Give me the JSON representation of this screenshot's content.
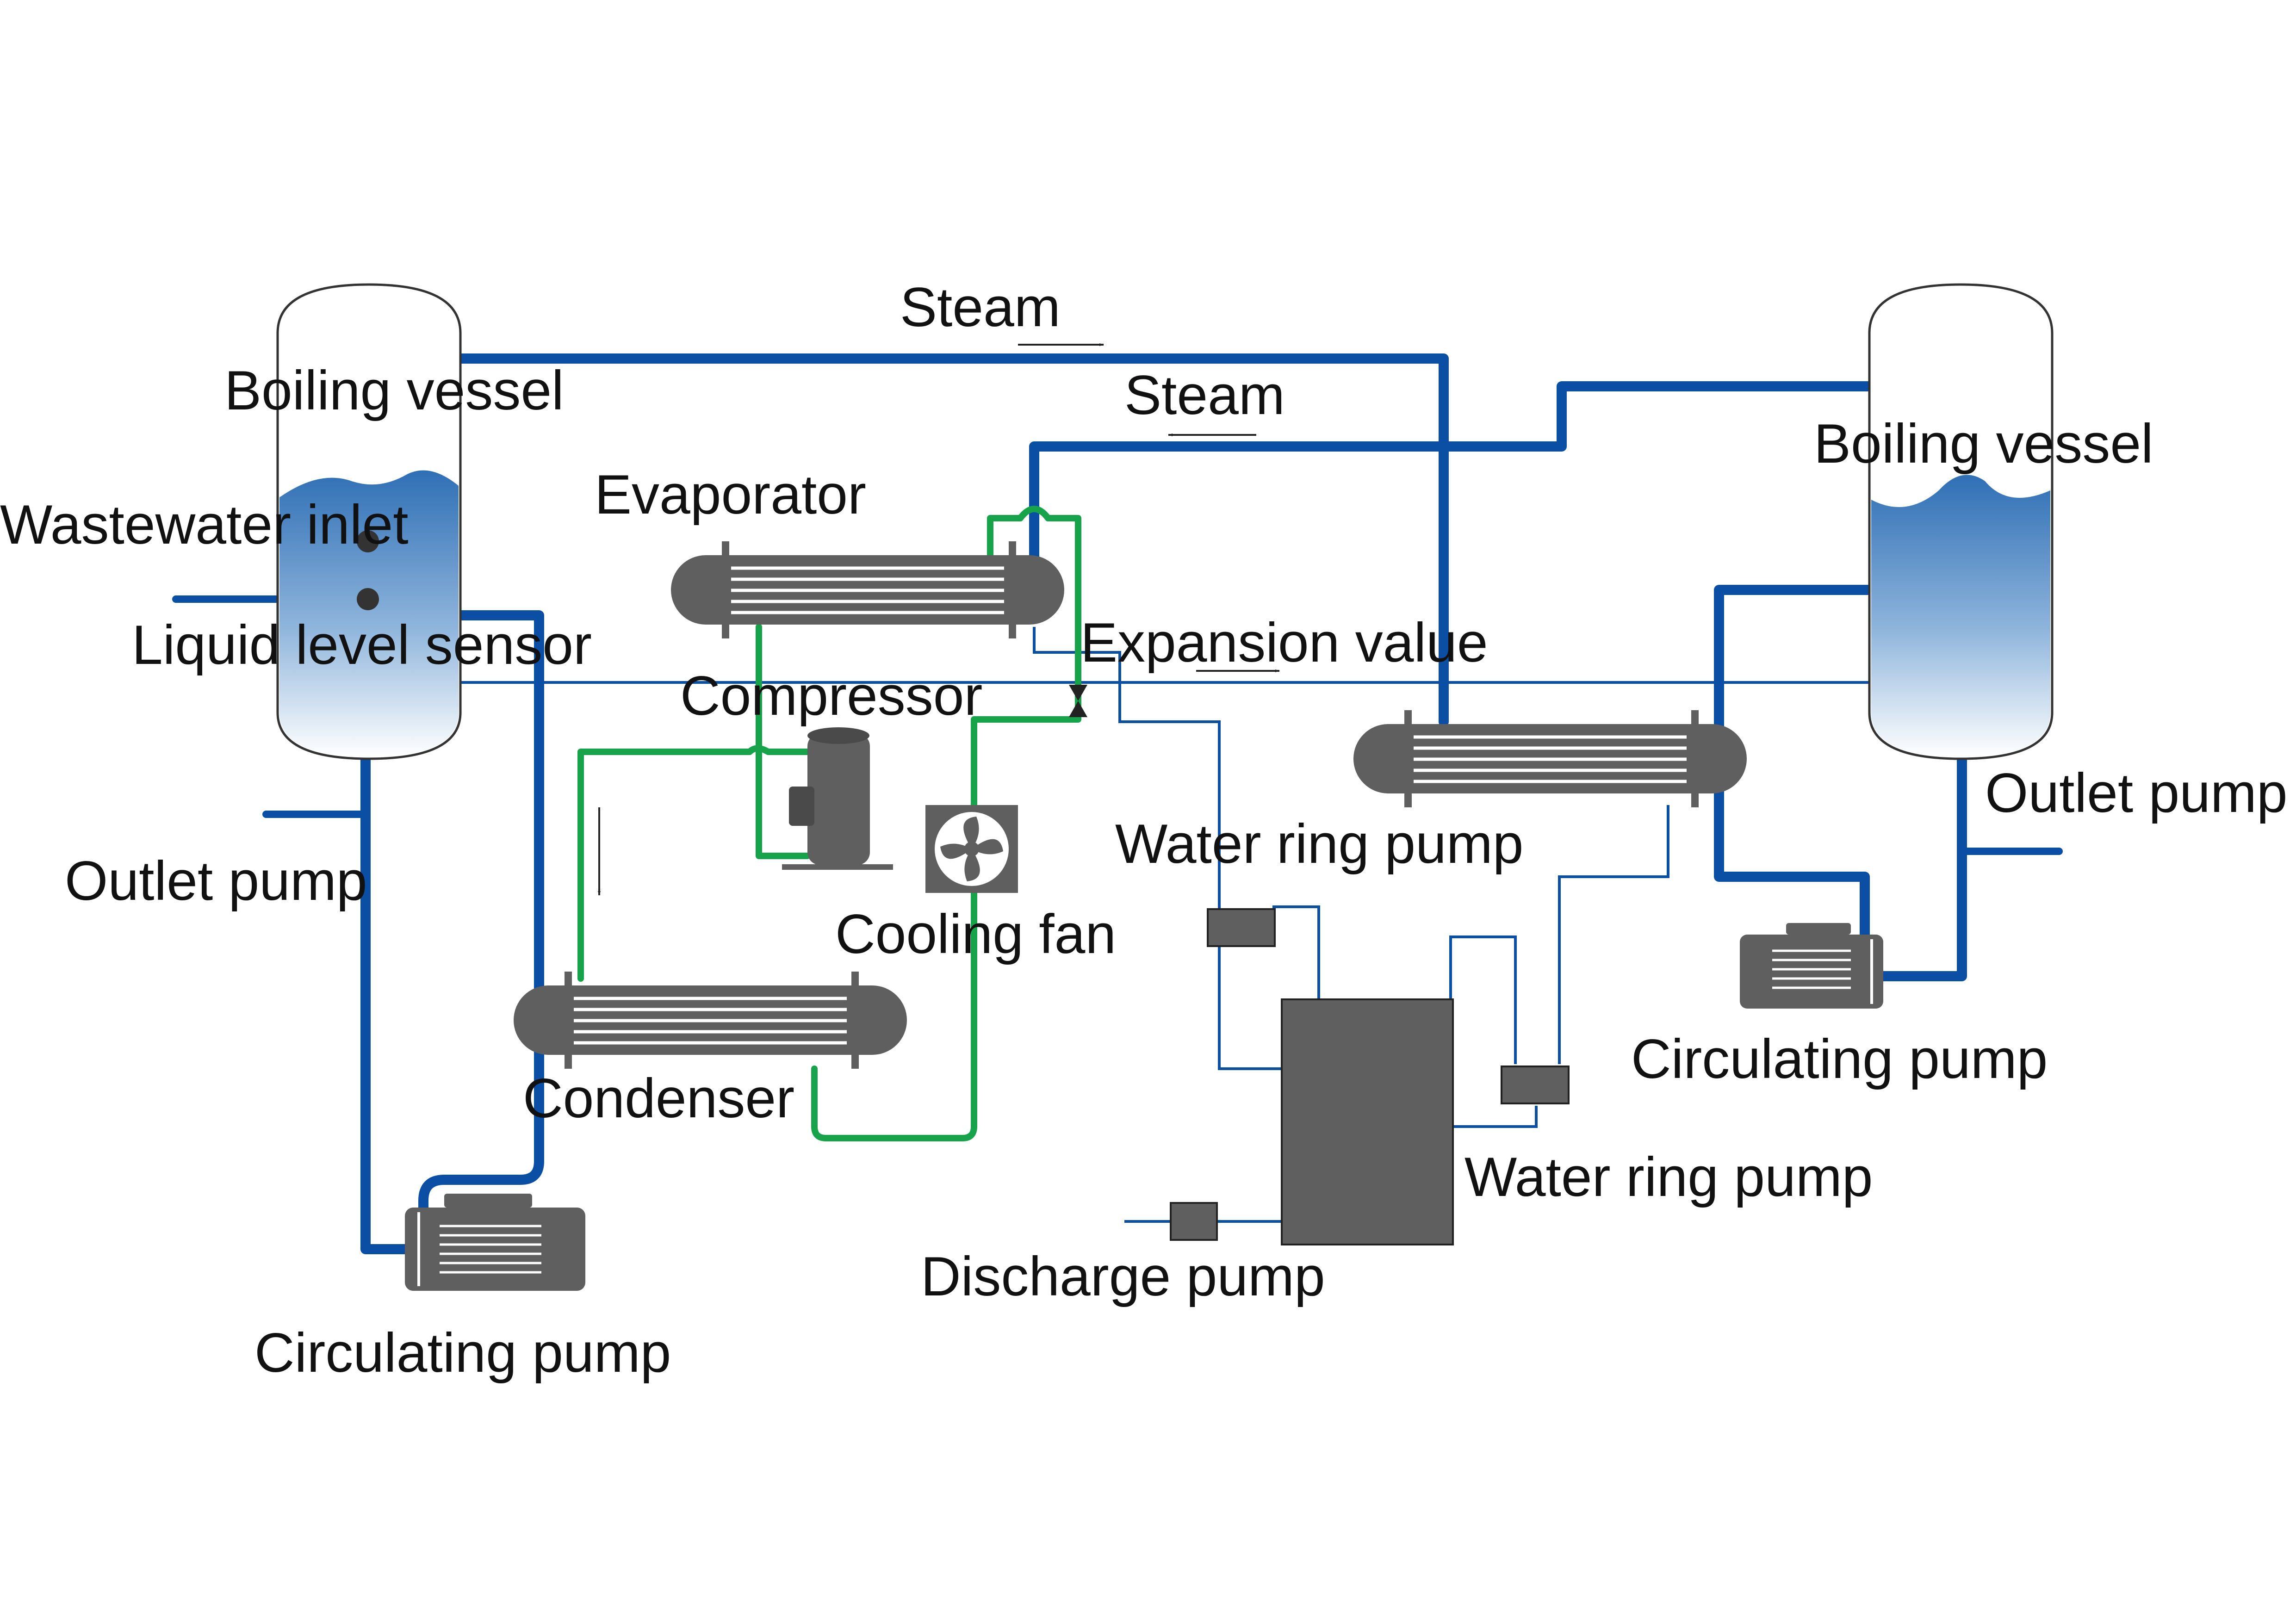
{
  "diagram": {
    "labels": {
      "steam_top": "Steam",
      "steam_mid": "Steam",
      "boiling_vessel_left": "Boiling vessel",
      "boiling_vessel_right": "Boiling vessel",
      "wastewater_inlet": "Wastewater inlet",
      "liquid_level_sensor": "Liquid level sensor",
      "evaporator": "Evaporator",
      "compressor": "Compressor",
      "expansion_value": "Expansion value",
      "outlet_pump_left": "Outlet pump",
      "outlet_pump_right": "Outlet pump",
      "cooling_fan": "Cooling fan",
      "water_ring_pump_top": "Water ring pump",
      "water_ring_pump_bottom": "Water ring pump",
      "condenser": "Condenser",
      "circulating_pump_left": "Circulating pump",
      "circulating_pump_right": "Circulating pump",
      "discharge_pump": "Discharge pump"
    },
    "colors": {
      "water_pipe": "#0a4fa3",
      "refrigerant_pipe": "#16a34a",
      "equipment": "#5f5f5f",
      "liquid_top": "#2f6fb5",
      "liquid_bottom": "#ffffff"
    }
  }
}
